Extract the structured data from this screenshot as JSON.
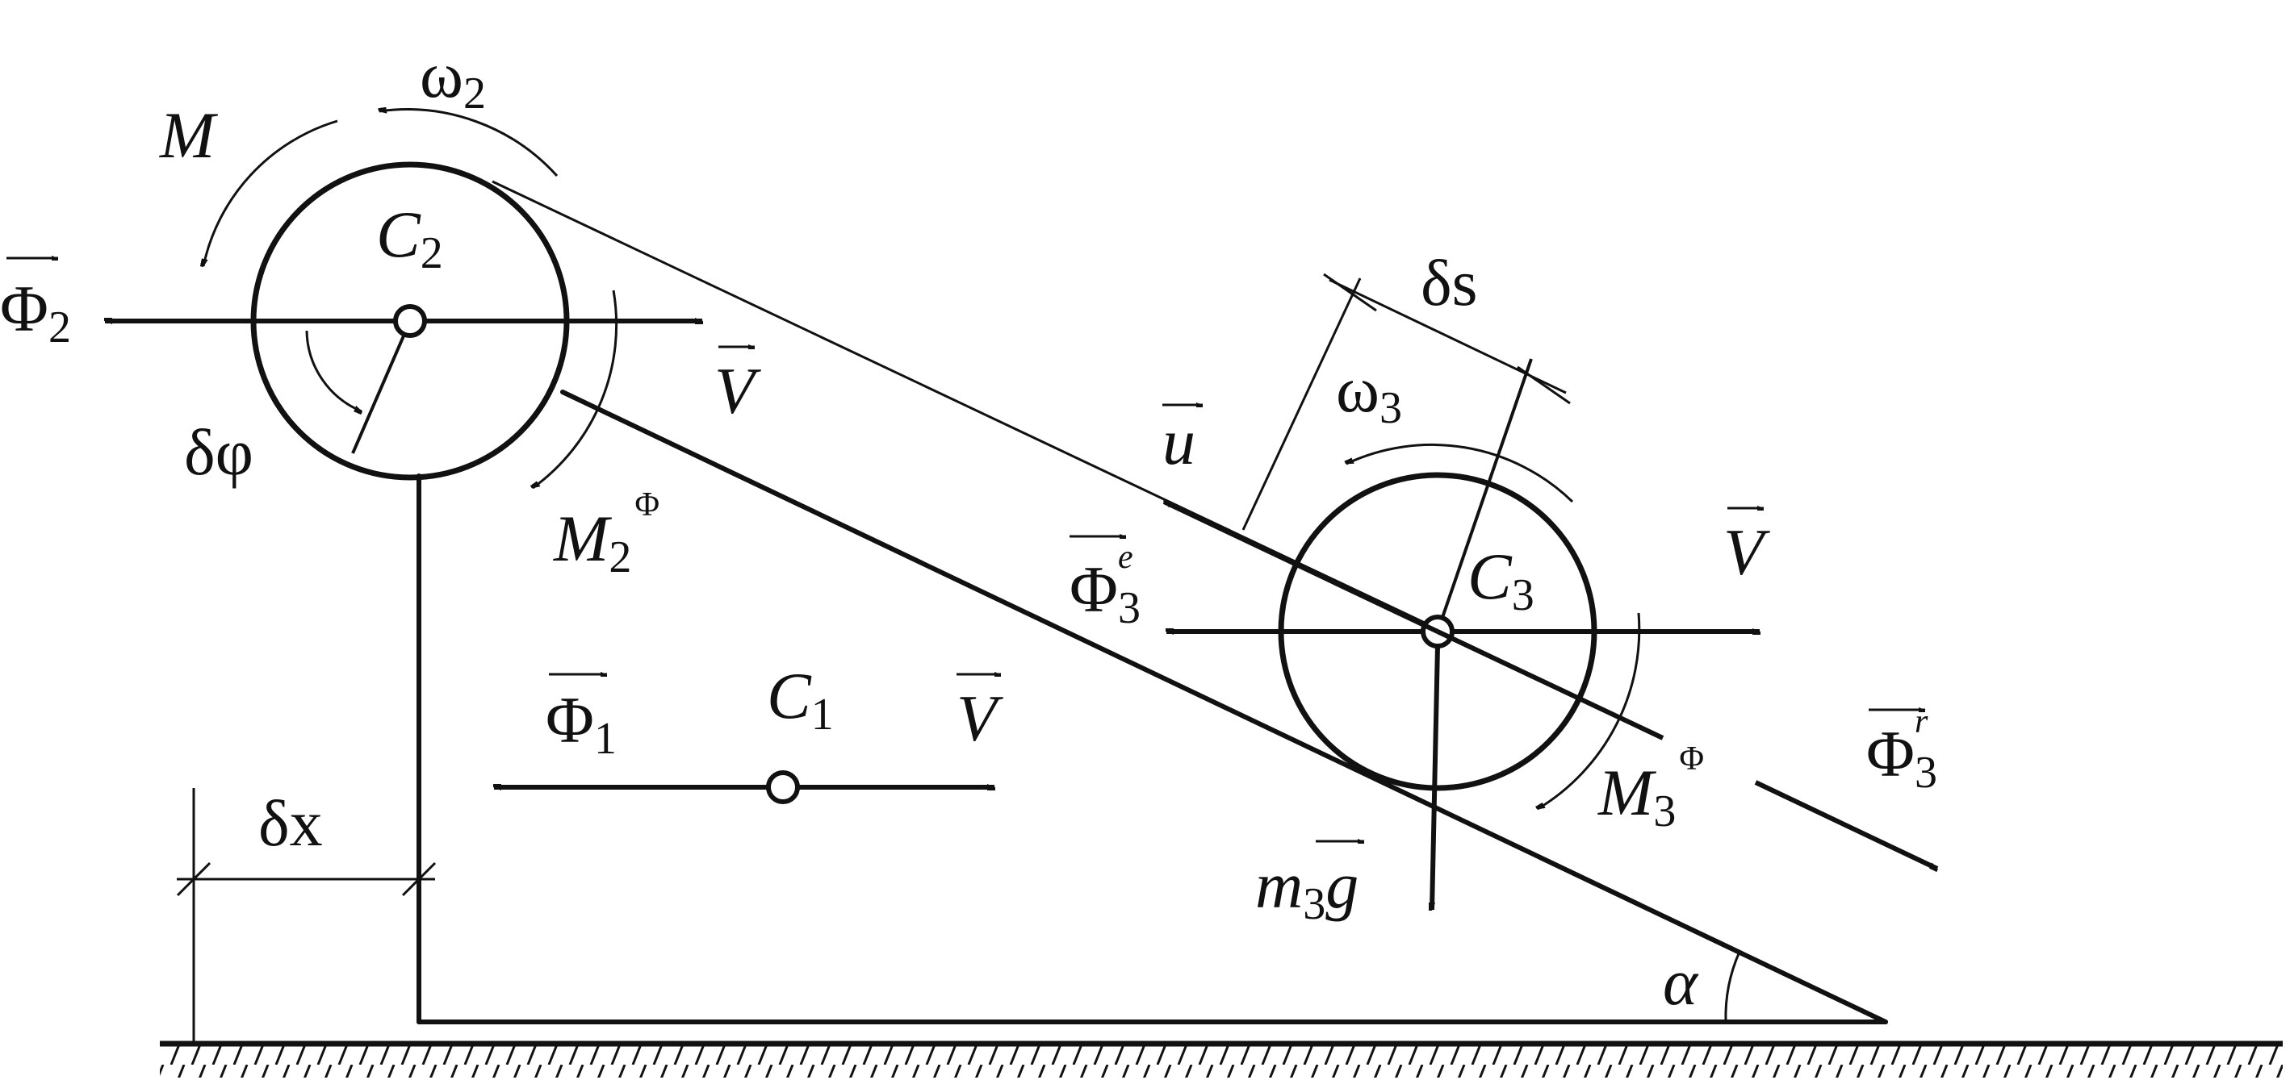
{
  "labels": {
    "omega2": "ω",
    "omega2_sub": "2",
    "M": "M",
    "C2": "C",
    "C2_sub": "2",
    "Phi2": "Φ",
    "Phi2_sub": "2",
    "V_top": "V",
    "dphi": "δφ",
    "M2": "M",
    "M2_sub": "2",
    "M2_sup": "Φ",
    "ds": "δs",
    "omega3": "ω",
    "omega3_sub": "3",
    "u": "u",
    "Phi3e": "Φ",
    "Phi3e_sub": "3",
    "Phi3e_sup": "e",
    "C3": "C",
    "C3_sub": "3",
    "V_right": "V",
    "C1": "C",
    "C1_sub": "1",
    "Phi1": "Φ",
    "Phi1_sub": "1",
    "V_mid": "V",
    "dx": "δx",
    "M3": "M",
    "M3_sub": "3",
    "M3_sup": "Φ",
    "Phi3r": "Φ",
    "Phi3r_sub": "3",
    "Phi3r_sup": "r",
    "m3g_m": "m",
    "m3g_sub": "3",
    "m3g_g": "g",
    "alpha": "α"
  }
}
